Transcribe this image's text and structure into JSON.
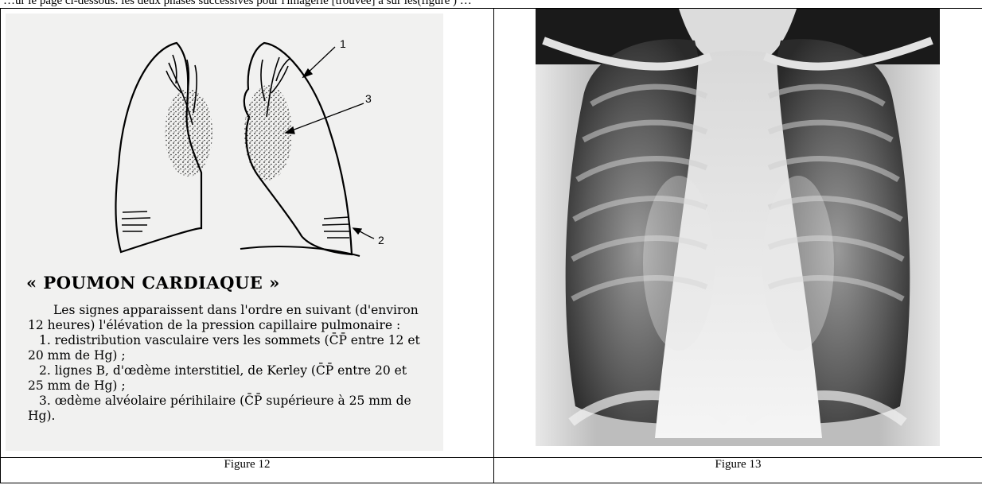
{
  "document": {
    "top_text": "…ur le page ci-dessous: les deux phases successives pour l'imagerie [trouvée] à sur les(figure ) …"
  },
  "figure12": {
    "caption": "Figure 12",
    "labels": {
      "one": "1",
      "two": "2",
      "three": "3"
    },
    "title": "« POUMON CARDIAQUE »",
    "intro": "Les signes apparaissent dans l'ordre en suivant (d'environ 12 heures) l'élévation de la pression capillaire pulmonaire :",
    "items": [
      "1. redistribution vasculaire vers les sommets (C̄P̄ entre 12 et 20 mm de Hg) ;",
      "2. lignes B, d'œdème interstitiel, de Kerley (C̄P̄ entre 20 et 25 mm de Hg) ;",
      "3. œdème alvéolaire périhilaire (C̄P̄ supérieure à 25 mm de Hg)."
    ]
  },
  "figure13": {
    "caption": "Figure 13"
  }
}
